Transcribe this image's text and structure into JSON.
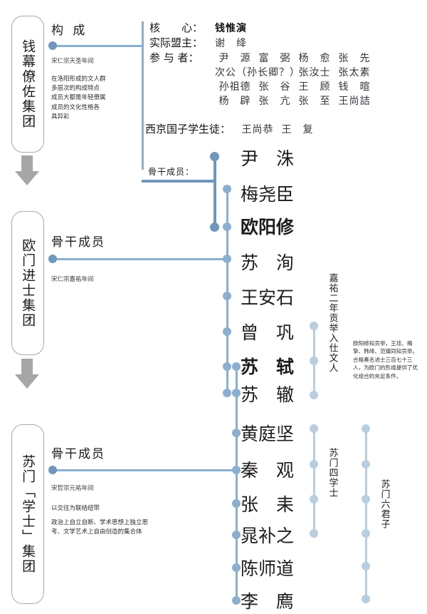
{
  "groups": [
    {
      "id": "qian",
      "capsule_label": "钱幕僚佐集团",
      "section_title": "构 成",
      "era": "宋仁宗天圣年间",
      "notes": [
        "在洛阳形成的文人群",
        "多层次的构成特点",
        "成员大都是年轻僚属",
        "成员的文化性格各",
        "具异彩"
      ]
    },
    {
      "id": "oumen",
      "capsule_label": "欧门进士集团",
      "section_title": "骨干成员",
      "era": "宋仁宗嘉祐年间",
      "notes": []
    },
    {
      "id": "sumen",
      "capsule_label": "苏门「学士」集团",
      "section_title": "骨干成员",
      "era": "宋哲宗元祐年间",
      "notes": [
        "以交往为联结纽带",
        "政治上自立自断、学术思想上独立思",
        "考、文学艺术上自由创造的集合体"
      ]
    }
  ],
  "roster": {
    "rows": [
      {
        "label": "核　　心：",
        "values": [
          "钱惟演"
        ],
        "bold": true
      },
      {
        "label": "实际盟主：",
        "values": [
          "谢　绛"
        ],
        "bold": false
      },
      {
        "label": "参 与 者：",
        "values": [
          "尹　源",
          "富　弼",
          "杨　愈",
          "张　先"
        ],
        "bold": false
      },
      {
        "label": "",
        "values": [
          "次公（孙长卿？）",
          "张汝士",
          "张太素"
        ],
        "bold": false,
        "wide_first": true
      },
      {
        "label": "",
        "values": [
          "孙祖德",
          "张　谷",
          "王　顾",
          "钱　暄"
        ],
        "bold": false
      },
      {
        "label": "",
        "values": [
          "杨　辟",
          "张　亢",
          "张　至",
          "王尚詰"
        ],
        "bold": false
      }
    ],
    "students_label": "西京国子学生徒：",
    "students_values": [
      "王尚恭",
      "王　复"
    ]
  },
  "backbone_label": "骨干成员：",
  "names": [
    {
      "text": "尹　洙",
      "bold": false
    },
    {
      "text": "梅尧臣",
      "bold": false
    },
    {
      "text": "欧阳修",
      "bold": true
    },
    {
      "text": "苏　洵",
      "bold": false
    },
    {
      "text": "王安石",
      "bold": false
    },
    {
      "text": "曾　巩",
      "bold": false
    },
    {
      "text": "苏　轼",
      "bold": true
    },
    {
      "text": "苏　辙",
      "bold": false
    },
    {
      "text": "黄庭坚",
      "bold": false
    },
    {
      "text": "秦　观",
      "bold": false
    },
    {
      "text": "张　耒",
      "bold": false
    },
    {
      "text": "晁补之",
      "bold": false
    },
    {
      "text": "陈师道",
      "bold": false
    },
    {
      "text": "李　廌",
      "bold": false
    }
  ],
  "brackets": [
    {
      "id": "jiayou",
      "label": "嘉祐二年贡举入仕文人"
    },
    {
      "id": "sumen4",
      "label": "苏门四学士"
    },
    {
      "id": "sumen6",
      "label": "苏门六君子"
    }
  ],
  "side_note": "欧阳修知贡举，王珪、梅挚、韩绛、范镇同知贡举。合格奏名进士三百七十三人，为欧门的形成提供了优化组合的充足条件。",
  "colors": {
    "line_dark": "#6f96bb",
    "line_mid": "#8aafd0",
    "line_pale": "#b8cde0",
    "arrow_gray": "#a6a6a6",
    "capsule_border": "#a9a9a9"
  }
}
